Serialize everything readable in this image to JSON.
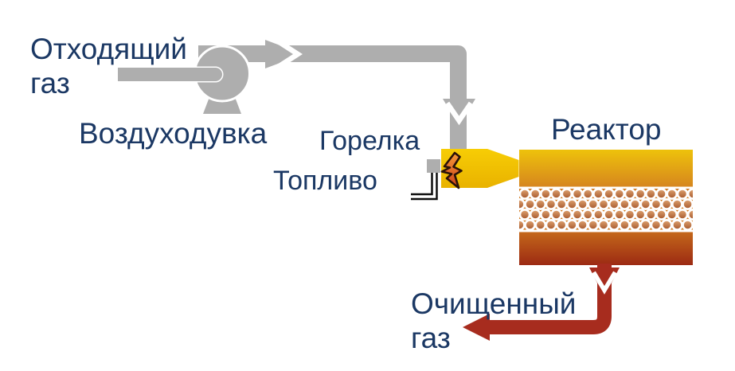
{
  "diagram": {
    "labels": {
      "waste_gas": "Отходящий газ",
      "blower": "Воздуходувка",
      "burner": "Горелка",
      "fuel": "Топливо",
      "reactor": "Реактор",
      "clean_gas": "Очищенный газ"
    },
    "colors": {
      "label_text": "#1b3864",
      "pipe_gray": "#aeaeae",
      "clean_gas_red": "#a72c1e",
      "burner_yellow": "#f2c400",
      "flame_outline": "#2a1208",
      "fuel_line_black": "#0d0d0d",
      "reactor_top_gradient_start": "#eec20b",
      "reactor_top_gradient_end": "#d6861e",
      "catalyst_bed_background": "#d0771b",
      "catalyst_ball_light": "#e2a674",
      "catalyst_ball_dark": "#a5562a",
      "reactor_bottom_gradient_start": "#c4671a",
      "reactor_bottom_gradient_end": "#9c2a13"
    }
  }
}
